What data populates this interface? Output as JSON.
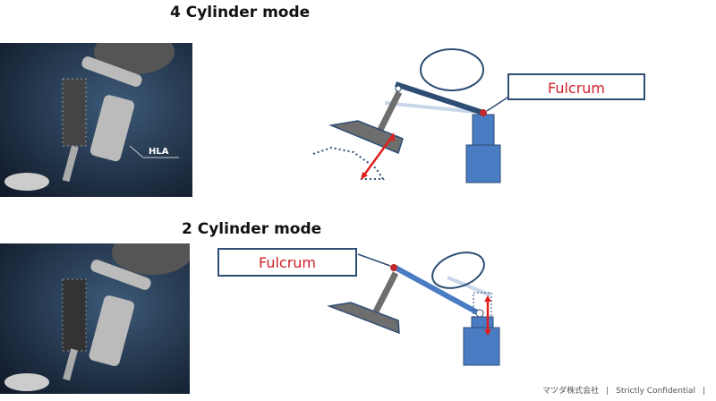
{
  "sections": [
    {
      "title": "4 Cylinder mode",
      "photo_label": "HLA",
      "callout": "Fulcrum"
    },
    {
      "title": "2 Cylinder mode",
      "callout": "Fulcrum"
    }
  ],
  "footer": {
    "company": "マツダ株式会社",
    "sep": "|",
    "confidential": "Strictly Confidential"
  },
  "colors": {
    "blue": "#4a7cc4",
    "outline": "#2e4d74",
    "gray": "#6e6e6e",
    "red": "#e02020"
  }
}
